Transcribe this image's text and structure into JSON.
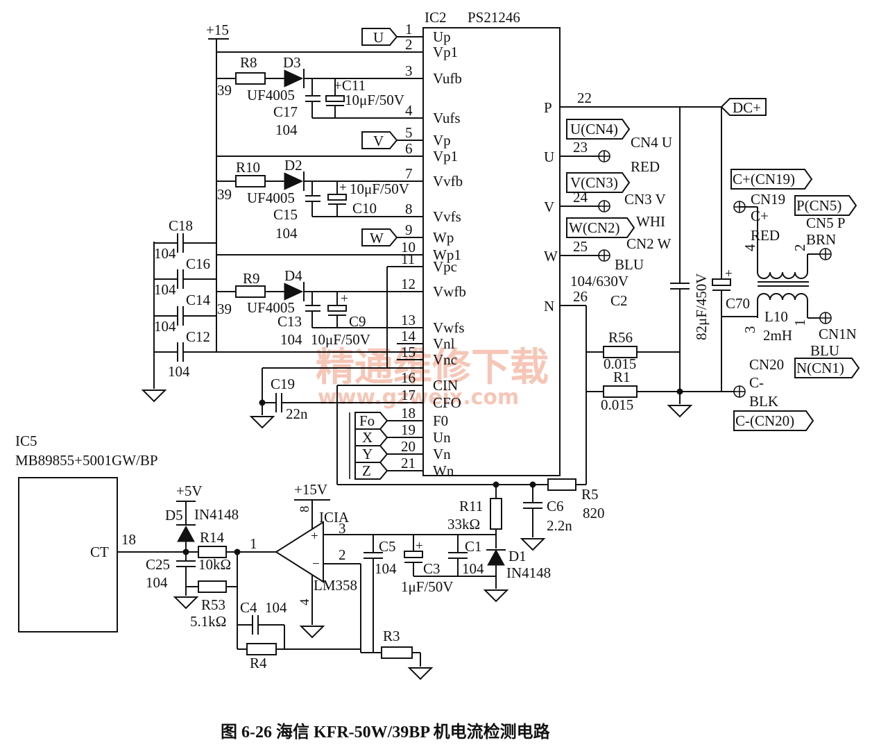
{
  "ic2": {
    "label": "IC2",
    "part": "PS21246",
    "left_pins": [
      {
        "num": "1",
        "name": "Up"
      },
      {
        "num": "2",
        "name": "Vp1"
      },
      {
        "num": "3",
        "name": "Vufb"
      },
      {
        "num": "4",
        "name": "Vufs"
      },
      {
        "num": "5",
        "name": "Vp"
      },
      {
        "num": "6",
        "name": "Vp1"
      },
      {
        "num": "7",
        "name": "Vvfb"
      },
      {
        "num": "8",
        "name": "Vvfs"
      },
      {
        "num": "9",
        "name": "Wp"
      },
      {
        "num": "10",
        "name": "Wp1"
      },
      {
        "num": "11",
        "name": "Vpc"
      },
      {
        "num": "12",
        "name": "Vwfb"
      },
      {
        "num": "13",
        "name": "Vwfs"
      },
      {
        "num": "14",
        "name": "Vnl"
      },
      {
        "num": "15",
        "name": "Vnc"
      },
      {
        "num": "16",
        "name": "CIN"
      },
      {
        "num": "17",
        "name": "CFO"
      },
      {
        "num": "18",
        "name": "F0"
      },
      {
        "num": "19",
        "name": "Un"
      },
      {
        "num": "20",
        "name": "Vn"
      },
      {
        "num": "21",
        "name": "Wn"
      }
    ],
    "right_pins": [
      {
        "num": "22",
        "name": "P"
      },
      {
        "num": "23",
        "name": "U"
      },
      {
        "num": "24",
        "name": "V"
      },
      {
        "num": "25",
        "name": "W"
      },
      {
        "num": "26",
        "name": "N"
      }
    ]
  },
  "ic5": {
    "label": "IC5",
    "part": "MB89855+5001GW/BP",
    "pin_name": "CT",
    "pin_num": "18"
  },
  "ports": {
    "u": "U",
    "v": "V",
    "w": "W",
    "fo": "Fo",
    "x": "X",
    "y": "Y",
    "z": "Z",
    "dc": "DC+",
    "u_cn4": "U(CN4)",
    "v_cn3": "V(CN3)",
    "w_cn2": "W(CN2)",
    "c_plus": "C+(CN19)",
    "p_cn5": "P(CN5)",
    "n_cn1": "N(CN1)",
    "c_minus": "C-(CN20)"
  },
  "rails": {
    "plus15_top": "+15",
    "plus5": "+5V",
    "plus15v": "+15V"
  },
  "boot": {
    "u": {
      "r": "R8",
      "r_val": "39",
      "d": "D3",
      "d_part": "UF4005",
      "ce": "+C11",
      "ce_val": "10μF/50V",
      "c": "C17",
      "c_val": "104"
    },
    "v": {
      "r": "R10",
      "r_val": "39",
      "d": "D2",
      "d_part": "UF4005",
      "ce": "C10",
      "ce_val": "10μF/50V",
      "c": "C15",
      "c_val": "104"
    },
    "w": {
      "r": "R9",
      "r_val": "39",
      "d": "D4",
      "d_part": "UF4005",
      "ce": "C9",
      "ce_val": "10μF/50V",
      "c": "C13",
      "c_val": "104"
    }
  },
  "decouple": [
    {
      "name": "C18",
      "val": "104"
    },
    {
      "name": "C16",
      "val": "104"
    },
    {
      "name": "C14",
      "val": "104"
    },
    {
      "name": "C12",
      "val": "104"
    }
  ],
  "c19": {
    "name": "C19",
    "val": "22n"
  },
  "out_labels": {
    "cn4": "CN4 U",
    "red": "RED",
    "cn3": "CN3 V",
    "whi": "WHI",
    "cn2": "CN2 W",
    "blu": "BLU"
  },
  "power": {
    "c2": "C2",
    "c2_val": "104/630V",
    "c70": "C70",
    "c70_val": "82μF/450V",
    "l10": "L10",
    "l10_val": "2mH",
    "r56": "R56",
    "r56_val": "0.015",
    "r1": "R1",
    "r1_val": "0.015",
    "cn19": "CN19",
    "cn19_sub": "C+",
    "cn19_color": "RED",
    "cn5": "CN5 P",
    "cn5_color": "BRN",
    "cn1": "CN1N",
    "cn1_color": "BLU",
    "cn20": "CN20",
    "cn20_sub": "C-",
    "cn20_color": "BLK",
    "l_pin4": "4",
    "l_pin2": "2",
    "l_pin3": "3",
    "l_pin1": "1"
  },
  "sense": {
    "r5": "R5",
    "r5_val": "820",
    "c6": "C6",
    "c6_val": "2.2n",
    "r11": "R11",
    "r11_val": "33kΩ",
    "d1": "D1",
    "d1_part": "IN4148",
    "c1": "C1",
    "c1_val": "104",
    "c5": "C5",
    "c5_val": "104",
    "c3": "C3",
    "c3_val": "1μF/50V",
    "opamp": "ICIA",
    "opamp_part": "LM358",
    "pin8": "8",
    "pin4": "4",
    "pin3": "3",
    "pin2": "2",
    "pin1": "1",
    "r14": "R14",
    "r14_val": "10kΩ",
    "d5": "D5",
    "d5_part": "IN4148",
    "c25": "C25",
    "c25_val": "104",
    "r53": "R53",
    "r53_val": "5.1kΩ",
    "c4": "C4",
    "c4_val": "104",
    "r4": "R4",
    "r3": "R3"
  },
  "watermark": {
    "cn": "精通维修下载",
    "url": "www.gzweix.com"
  },
  "caption": "图 6-26   海信 KFR-50W/39BP 机电流检测电路",
  "colors": {
    "ink": "#111111",
    "watermark": "#f4b3a0",
    "background": "#ffffff"
  }
}
